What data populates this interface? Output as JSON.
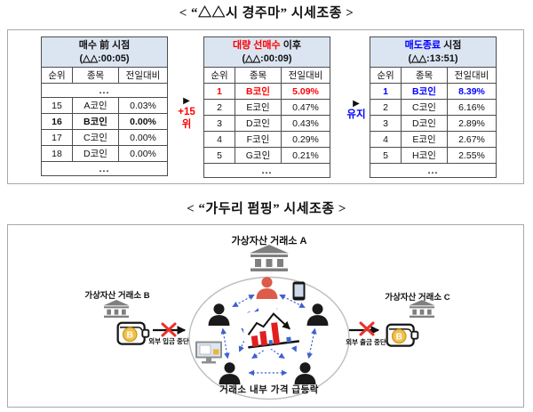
{
  "colors": {
    "table_header_bg": "#dbe5f1",
    "accent_red": "#ff0000",
    "accent_blue": "#0000ff",
    "person_red": "#dd5b49",
    "arrow_blue": "#4060d0",
    "bank_gray": "#7f7f7f",
    "coin_gold": "#f2c14e",
    "x_red": "#e8322a"
  },
  "section1": {
    "title": "< “△△시 경주마” 시세조종 >",
    "dots": "...",
    "connector_rank": {
      "arrow": "▶",
      "value": "+15",
      "unit": "위"
    },
    "connector_keep": {
      "arrow": "▶",
      "label": "유지"
    },
    "tables": [
      {
        "header_accent": "",
        "header_main": "매수 前 시점",
        "time": "(△△:00:05)",
        "columns": [
          "순위",
          "종목",
          "전일대비"
        ],
        "rows": [
          [
            "15",
            "A코인",
            "0.03%"
          ],
          [
            "16",
            "B코인",
            "0.00%"
          ],
          [
            "17",
            "C코인",
            "0.00%"
          ],
          [
            "18",
            "D코인",
            "0.00%"
          ]
        ]
      },
      {
        "header_accent": "대량 선매수",
        "header_main": " 이후",
        "time": "(△△:00:09)",
        "columns": [
          "순위",
          "종목",
          "전일대비"
        ],
        "rows": [
          [
            "1",
            "B코인",
            "5.09%"
          ],
          [
            "2",
            "E코인",
            "0.47%"
          ],
          [
            "3",
            "D코인",
            "0.43%"
          ],
          [
            "4",
            "F코인",
            "0.29%"
          ],
          [
            "5",
            "G코인",
            "0.21%"
          ]
        ]
      },
      {
        "header_accent": "매도종료",
        "header_main": " 시점",
        "time": "(△△:13:51)",
        "columns": [
          "순위",
          "종목",
          "전일대비"
        ],
        "rows": [
          [
            "1",
            "B코인",
            "8.39%"
          ],
          [
            "2",
            "C코인",
            "6.16%"
          ],
          [
            "3",
            "D코인",
            "2.89%"
          ],
          [
            "4",
            "E코인",
            "2.67%"
          ],
          [
            "5",
            "H코인",
            "2.55%"
          ]
        ]
      }
    ]
  },
  "section2": {
    "title": "< “가두리 펌핑” 시세조종 >",
    "exchange_a": {
      "label": "가상자산 거래소 A",
      "floor_label": "거래소 내부 가격 급등락"
    },
    "exchange_b": {
      "label": "가상자산 거래소 B",
      "restriction": "외부 입금 중단"
    },
    "exchange_c": {
      "label": "가상자산 거래소 C",
      "restriction": "외부 출금 중단"
    },
    "coin_symbol": "B"
  }
}
